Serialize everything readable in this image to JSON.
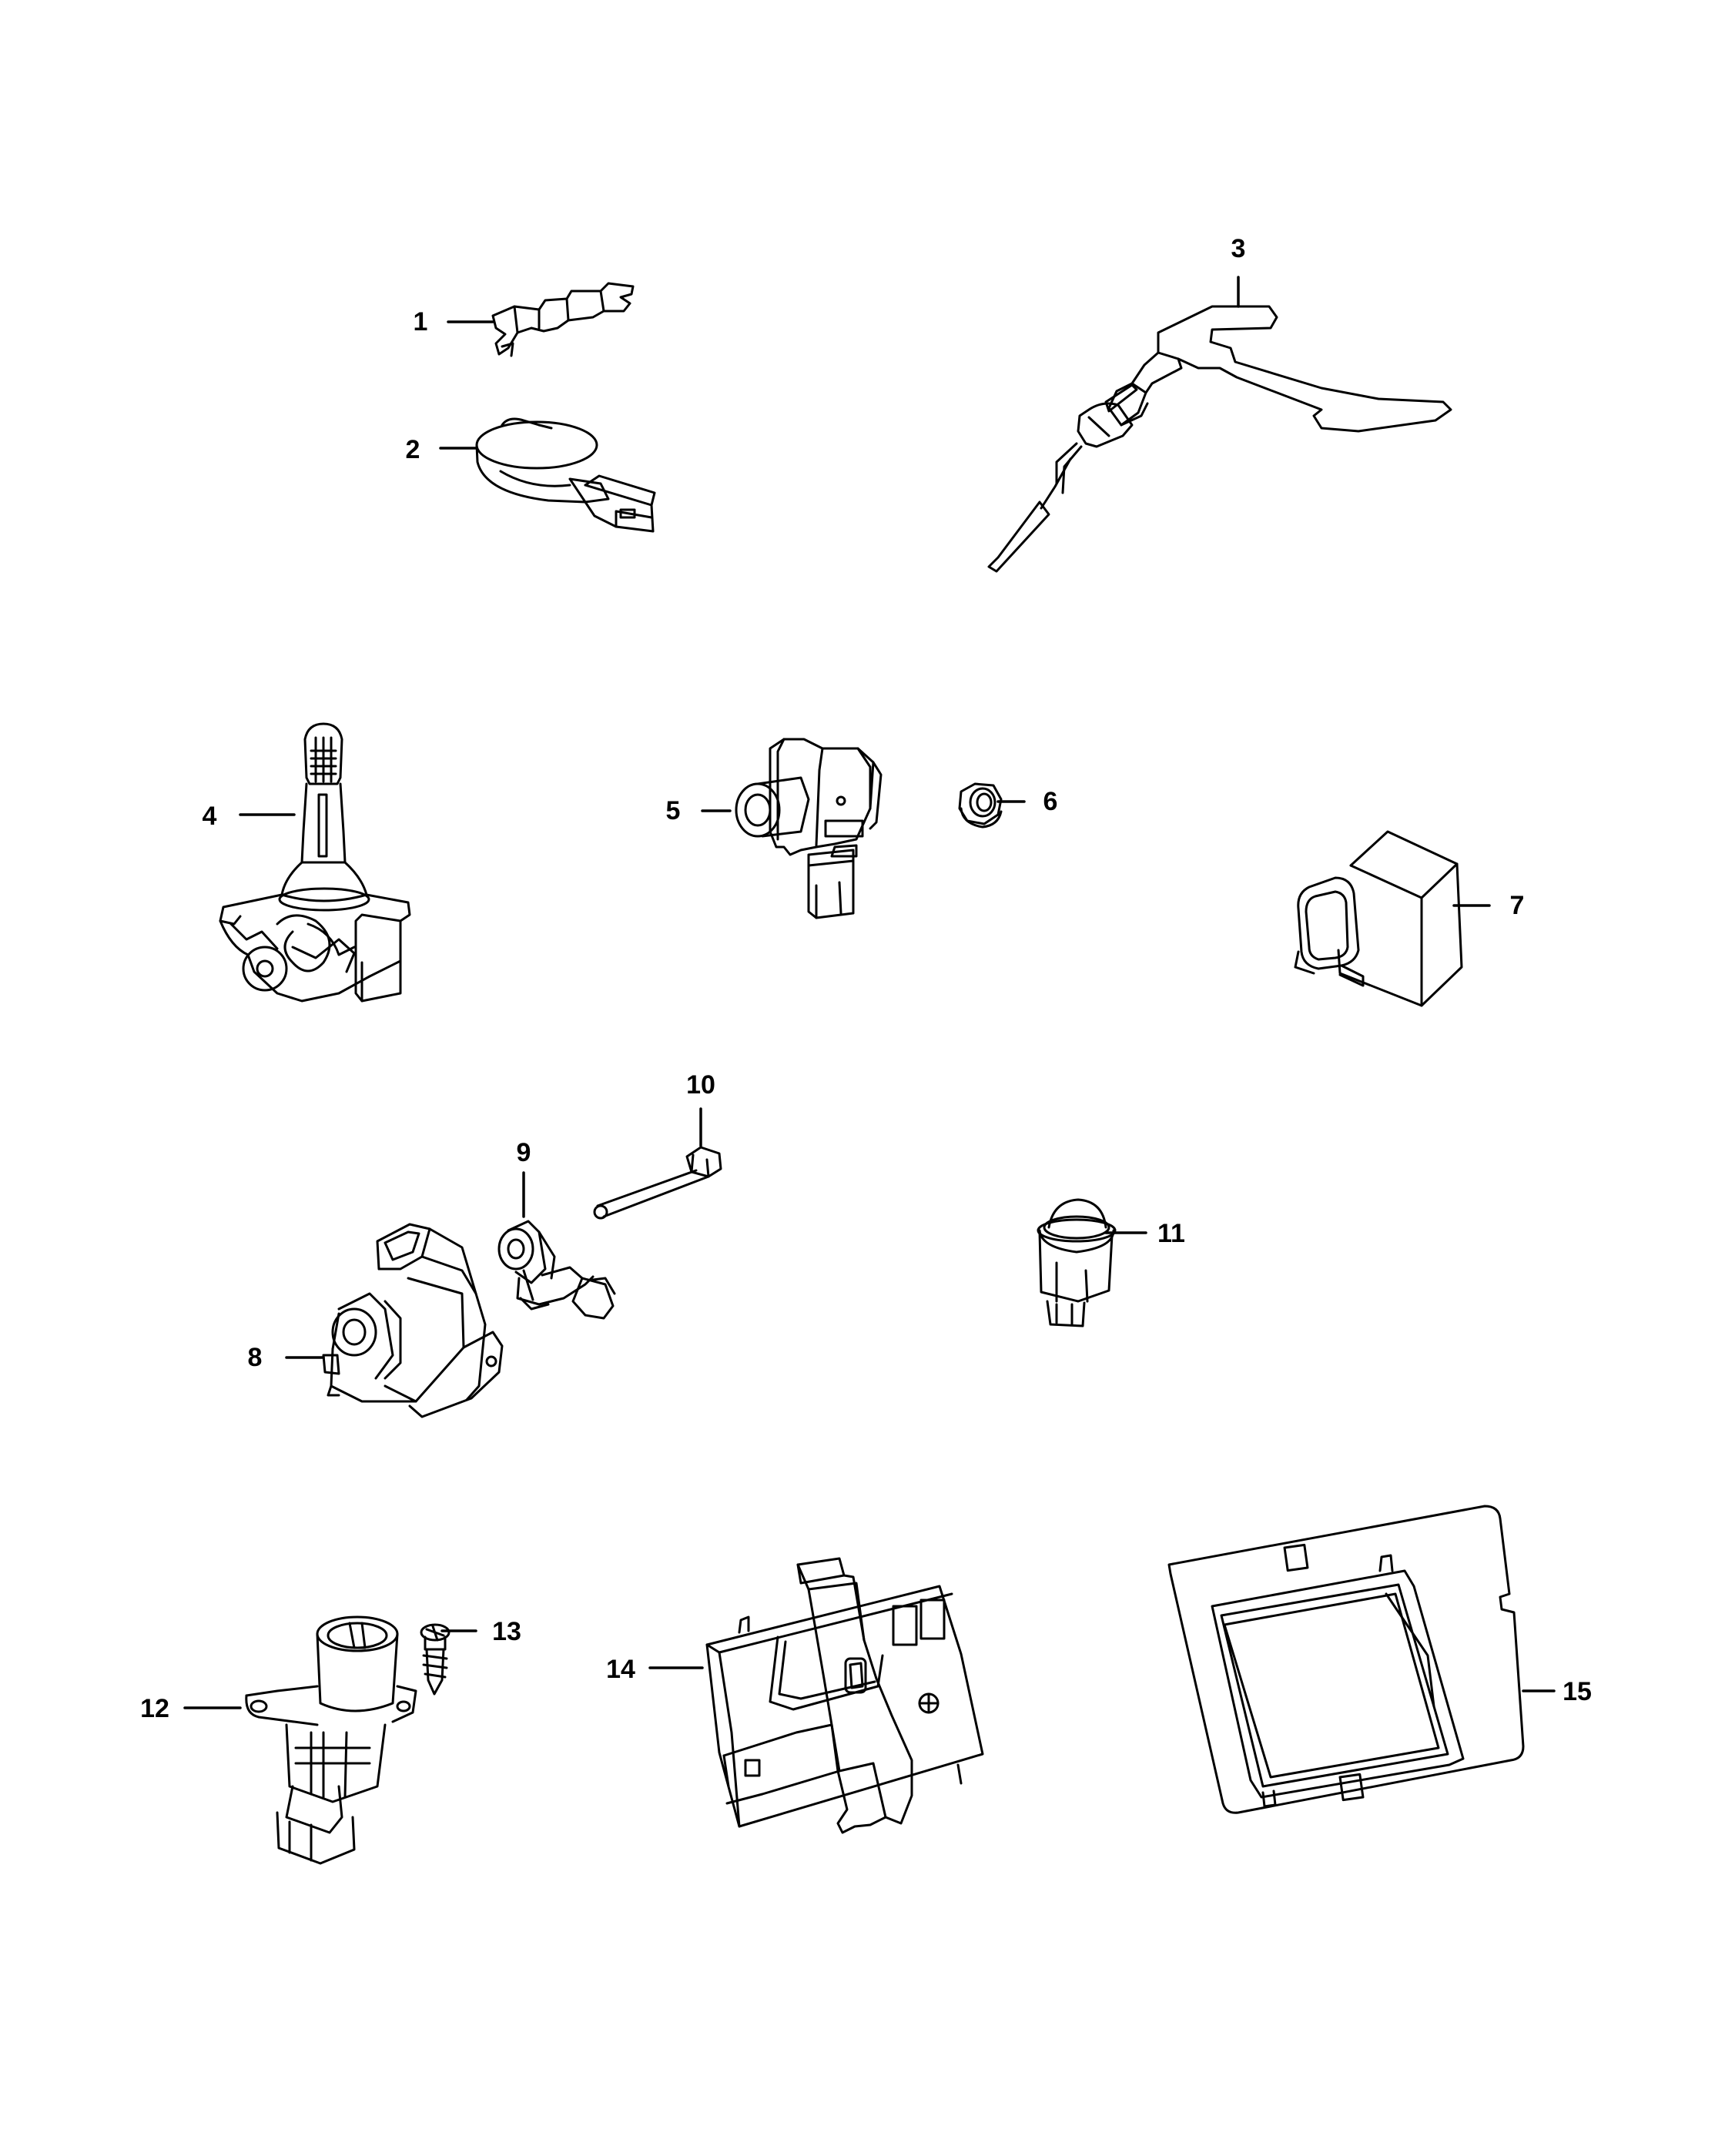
{
  "callouts": [
    "1",
    "2",
    "3",
    "4",
    "5",
    "6",
    "7",
    "8",
    "9",
    "10",
    "11",
    "12",
    "13",
    "14",
    "15"
  ],
  "colors": {
    "ink": "#000000",
    "paper": "#ffffff",
    "shade": "#9a9a9a"
  }
}
